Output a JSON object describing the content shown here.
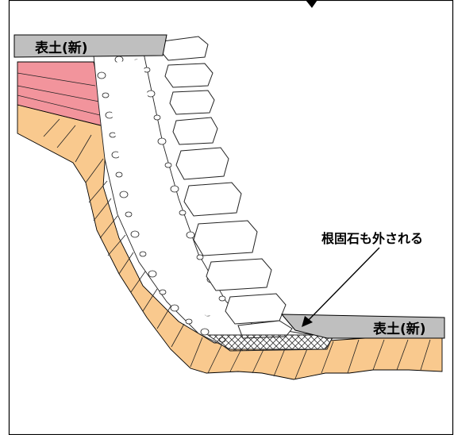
{
  "labels": {
    "topsoil_top_left": "表土(新)",
    "topsoil_bottom_right": "表土(新)",
    "callout": "根固石も外される"
  },
  "colors": {
    "border": "#000000",
    "topsoil": "#bfbfbf",
    "red_layer": "#f2949c",
    "ground": "#f9c98e",
    "stone_fill": "#ffffff",
    "stone_stroke": "#222222",
    "mesh": "#333333"
  }
}
